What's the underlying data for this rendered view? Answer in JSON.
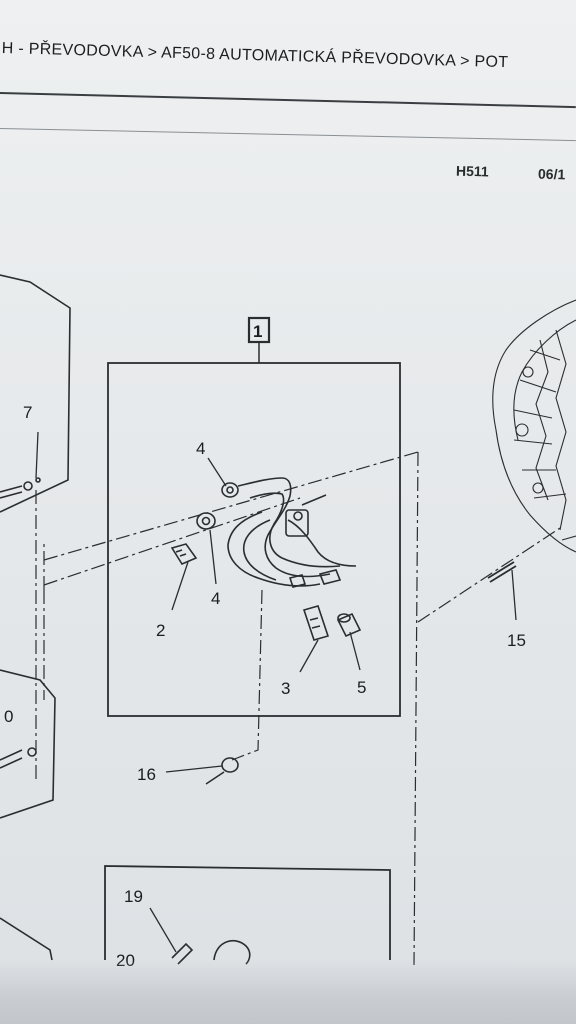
{
  "breadcrumb": "H - PŘEVODOVKA > AF50-8 AUTOMATICKÁ PŘEVODOVKA > POT",
  "code": "H511",
  "date": "06/1",
  "callouts": {
    "c1": "1",
    "c2": "2",
    "c3": "3",
    "c4a": "4",
    "c4b": "4",
    "c5": "5",
    "c7": "7",
    "c10": "0",
    "c15": "15",
    "c16": "16",
    "c19": "19",
    "c20": "20"
  },
  "colors": {
    "paper": "#e8ebed",
    "ink": "#1c1f22"
  }
}
